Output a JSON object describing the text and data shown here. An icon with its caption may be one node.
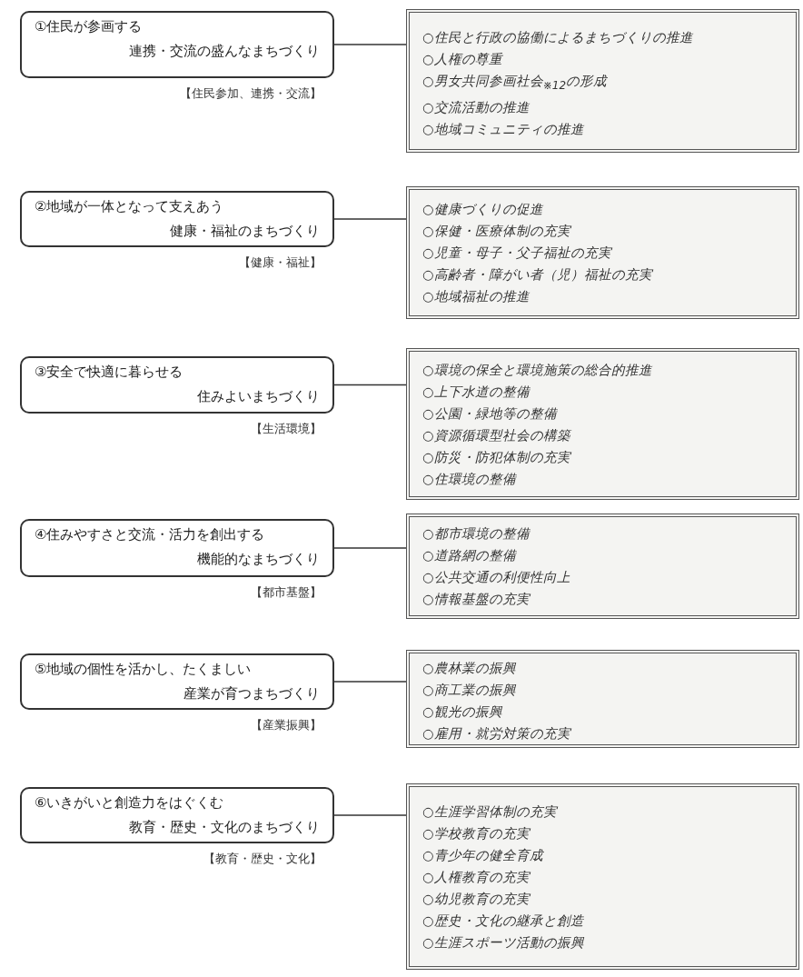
{
  "diagram": {
    "nodes": [
      {
        "text": [
          "①住民が参画する",
          "連携・交流の盛んなまちづくり"
        ],
        "beside": [
          "【住民参加、連携・交流】"
        ]
      },
      {
        "text": [
          "○住民と行政の協働によるまちづくりの推進",
          "○人権の尊重",
          "○男女共同参画社会$_{※12}$の形成",
          "○交流活動の推進",
          "○地域コミュニティの推進"
        ]
      },
      {
        "text": [
          "②地域が一体となって支えあう",
          "健康・福祉のまちづくり"
        ],
        "beside": [
          "【健康・福祉】"
        ]
      },
      {
        "text": [
          "○健康づくりの促進",
          "○保健・医療体制の充実",
          "○児童・母子・父子福祉の充実",
          "○高齢者・障がい者（児）福祉の充実",
          "○地域福祉の推進"
        ]
      },
      {
        "text": [
          "③安全で快適に暮らせる",
          "住みよいまちづくり"
        ],
        "beside": [
          "【生活環境】"
        ]
      },
      {
        "text": [
          "○環境の保全と環境施策の総合的推進",
          "○上下水道の整備",
          "○公園・緑地等の整備",
          "○資源循環型社会の構築",
          "○防災・防犯体制の充実",
          "○住環境の整備"
        ]
      },
      {
        "text": [
          "④住みやすさと交流・活力を創出する",
          "機能的なまちづくり"
        ],
        "beside": [
          "【都市基盤】"
        ]
      },
      {
        "text": [
          "○都市環境の整備",
          "○道路網の整備",
          "○公共交通の利便性向上",
          "○情報基盤の充実"
        ]
      },
      {
        "text": [
          "⑤地域の個性を活かし、たくましい",
          "産業が育つまちづくり"
        ],
        "beside": [
          "【産業振興】"
        ]
      },
      {
        "text": [
          "○農林業の振興",
          "○商工業の振興",
          "○観光の振興",
          "○雇用・就労対策の充実"
        ]
      },
      {
        "text": [
          "⑥いきがいと創造力をはぐくむ",
          "教育・歴史・文化のまちづくり"
        ],
        "beside": [
          "【教育・歴史・文化】"
        ]
      },
      {
        "text": [
          "○生涯学習体制の充実",
          "○学校教育の充実",
          "○青少年の健全育成",
          "○人権教育の充実",
          "○幼児教育の充実",
          "○歴史・文化の継承と創造",
          "○生涯スポーツ活動の振興"
        ]
      }
    ],
    "edges": [
      {
        "from": 0,
        "to": 1,
        "arrow": "none"
      },
      {
        "from": 2,
        "to": 3,
        "arrow": "none"
      },
      {
        "from": 4,
        "to": 5,
        "arrow": "none"
      },
      {
        "from": 6,
        "to": 7,
        "arrow": "none"
      },
      {
        "from": 8,
        "to": 9,
        "arrow": "none"
      },
      {
        "from": 10,
        "to": 11,
        "arrow": "none"
      }
    ]
  }
}
